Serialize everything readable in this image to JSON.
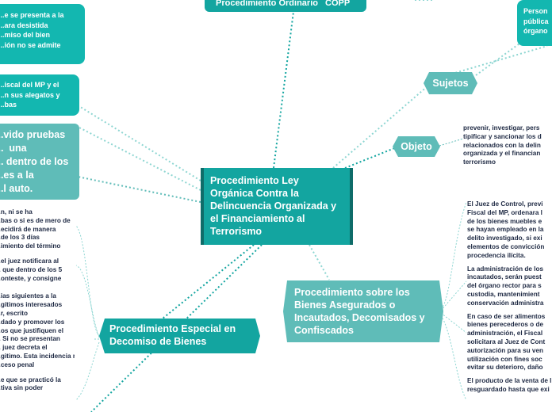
{
  "center": "Procedimiento Ley Orgánica Contra la Delincuencia Organizada y el Financiamiento al Terrorismo",
  "top_node": {
    "part1": "Procedimiento Ordinario",
    "part2": "COPP"
  },
  "sujetos": {
    "label": "Sujetos",
    "personas": "Person\npública\nórgano"
  },
  "objeto": {
    "label": "Objeto",
    "text": "prevenir, investigar, pers\ntipificar y sancionar los d\nrelacionados con la delin\norganizada y el financian\nterrorismo"
  },
  "right_branch": {
    "title": "Procedimiento sobre los Bienes Asegurados o Incautados, Decomisados y Confiscados",
    "texts": [
      "El Juez de Control, previ\nFiscal del MP, ordenara l\nde los bienes muebles e\nse hayan empleado en la\ndelito investigado, si exi\nelementos de convicción\nprocedencia ilícita.",
      "La administración de los\nincautados, serán puest\ndel órgano rector para s\ncustodia, mantenimient\nconservación administra",
      "En caso de ser alimentos\nbienes perecederos o de\nadministración, el Fiscal\nsolicitara al Juez de Cont\nautorización para su ven\nutilización con fines soc\nevitar su deterioro, daño",
      "El producto de la venta de l\nresguardado hasta que exi"
    ]
  },
  "left_branch": {
    "title": "Procedimiento Especial en Decomiso de Bienes",
    "top1": "...e se presenta a la\n...ara desistida\n...miso del bien\n...ión no se admite",
    "top2": "...iscal del MP y el\n...n sus alegatos y\n...bas",
    "middle": "...vido pruebas\n...  una\n... dentro de los\n...es a la\n...l auto.",
    "texts": [
      "...n, ni se ha\n...bas o si es de mero de\n...ecidirá de manera\n...de los 3 días\n...imiento del término",
      "...el juez notificara al\n... que dentro de los 5\n...onteste, y consigne",
      "...ias siguientes a la\n...gítimos interesados\n...r, escrito\n...dado y promover los\n...os que justifiquen el\n... Si no se presentan\n... juez decreta el\n...gitimo. Esta incidencia no\n...ceso penal",
      "...e que se practicó la\n...tiva sin poder"
    ]
  }
}
